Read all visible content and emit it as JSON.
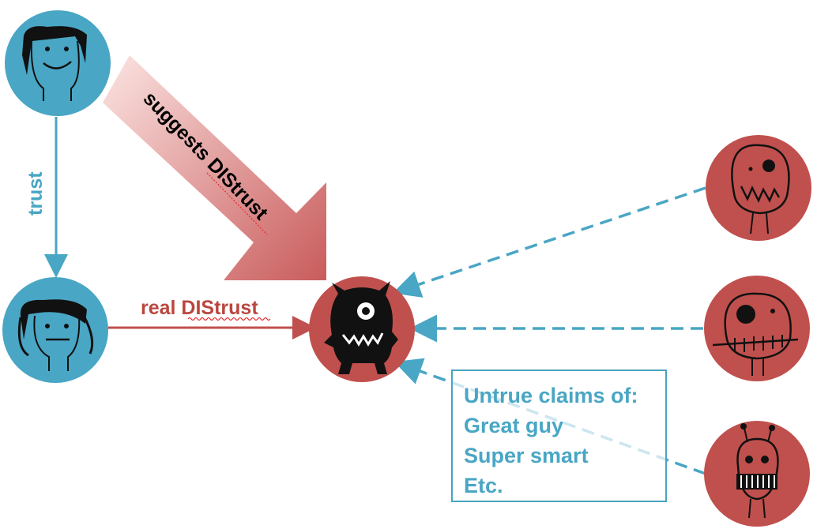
{
  "labels": {
    "trust": "trust",
    "real_distrust": "real DIStrust",
    "suggests_distrust": "suggests DIStrust"
  },
  "claims_box": {
    "lines": [
      "Untrue claims of:",
      "Great guy",
      "Super smart",
      "Etc."
    ]
  },
  "colors": {
    "blue": "#49a6c4",
    "red": "#c0504d",
    "dark_red": "#b9473f"
  },
  "icons": {
    "person_top": "smiling-person-face-icon",
    "person_bottom": "neutral-person-face-icon",
    "monster": "monster-icon",
    "accuser_1": "fanged-face-icon",
    "accuser_2": "stitched-mouth-face-icon",
    "accuser_3": "antenna-robot-face-icon"
  }
}
